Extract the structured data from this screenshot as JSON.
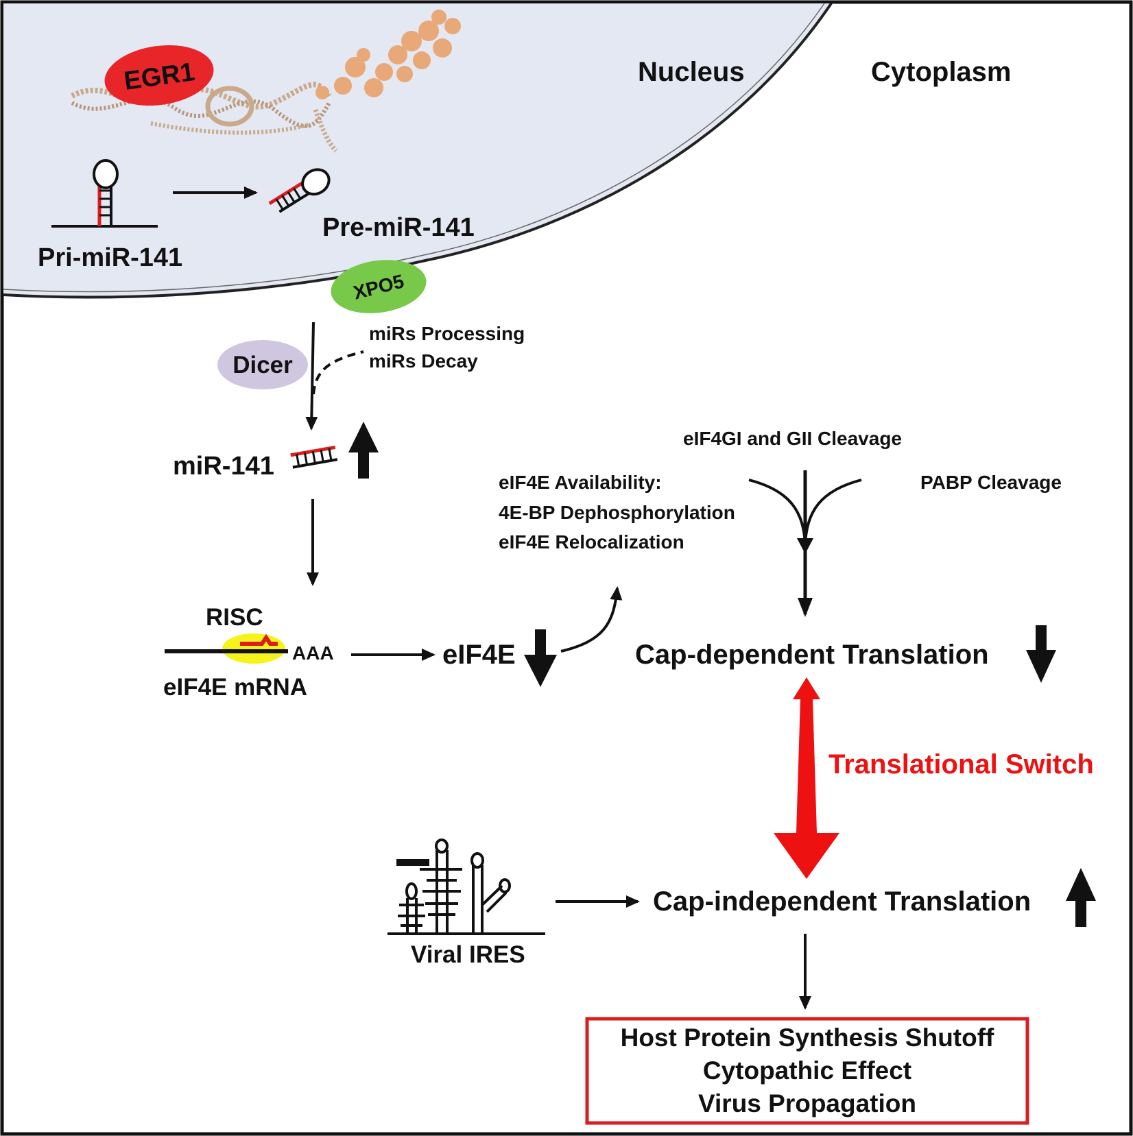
{
  "compartments": {
    "nucleus": "Nucleus",
    "cytoplasm": "Cytoplasm"
  },
  "proteins": {
    "egr1": "EGR1",
    "xpo5": "XPO5",
    "dicer": "Dicer"
  },
  "mirna": {
    "pri": "Pri-miR-141",
    "pre": "Pre-miR-141",
    "mature": "miR-141",
    "processing": "miRs Processing",
    "decay": "miRs Decay"
  },
  "risc": {
    "label": "RISC",
    "poly_a": "AAA",
    "target": "eIF4E mRNA"
  },
  "eif4e": "eIF4E",
  "availability": {
    "header": "eIF4E Availability:",
    "items": [
      "4E-BP Dephosphorylation",
      "eIF4E Relocalization"
    ]
  },
  "cleavage": {
    "eif4g": "eIF4GI and GII Cleavage",
    "pabp": "PABP Cleavage"
  },
  "translation": {
    "cap_dependent": "Cap-dependent Translation",
    "cap_independent": "Cap-independent Translation",
    "switch": "Translational Switch"
  },
  "ires": "Viral IRES",
  "outcomes": [
    "Host Protein Synthesis Shutoff",
    "Cytopathic Effect",
    "Virus Propagation"
  ],
  "colors": {
    "nucleus_fill": "#e3e8f2",
    "egr1": "#e8262a",
    "xpo5": "#78c84a",
    "dicer": "#cfc7df",
    "mirna_strand": "#d81e1e",
    "risc_highlight": "#f6f21c",
    "switch_red": "#ee1111",
    "dna": "#c9a98a",
    "nucleosome": "#e8a878"
  },
  "icons": [
    "up-arrow-icon",
    "down-arrow-icon",
    "double-headed-arrow-icon",
    "hairpin-icon",
    "dna-helix-icon"
  ]
}
